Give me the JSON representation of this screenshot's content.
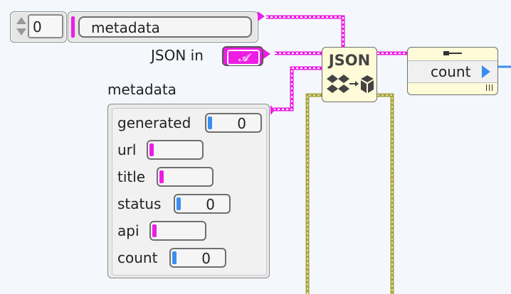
{
  "index_control": {
    "value": "0"
  },
  "metadata_string_control": {
    "value": "metadata"
  },
  "json_in": {
    "label": "JSON in",
    "glyph": "𝓐"
  },
  "json_node": {
    "title": "JSON"
  },
  "count_node": {
    "label": "count"
  },
  "metadata_cluster": {
    "label": "metadata",
    "fields": [
      {
        "label": "generated",
        "type": "number",
        "value": "0"
      },
      {
        "label": "url",
        "type": "string",
        "value": ""
      },
      {
        "label": "title",
        "type": "string",
        "value": ""
      },
      {
        "label": "status",
        "type": "number",
        "value": "0"
      },
      {
        "label": "api",
        "type": "string",
        "value": ""
      },
      {
        "label": "count",
        "type": "number",
        "value": "0"
      }
    ]
  },
  "colors": {
    "string_wire": "#ee1de6",
    "number_wire": "#3a8eef",
    "cluster_wire": "#a8a23a",
    "node_fill": "#fffbd9"
  }
}
